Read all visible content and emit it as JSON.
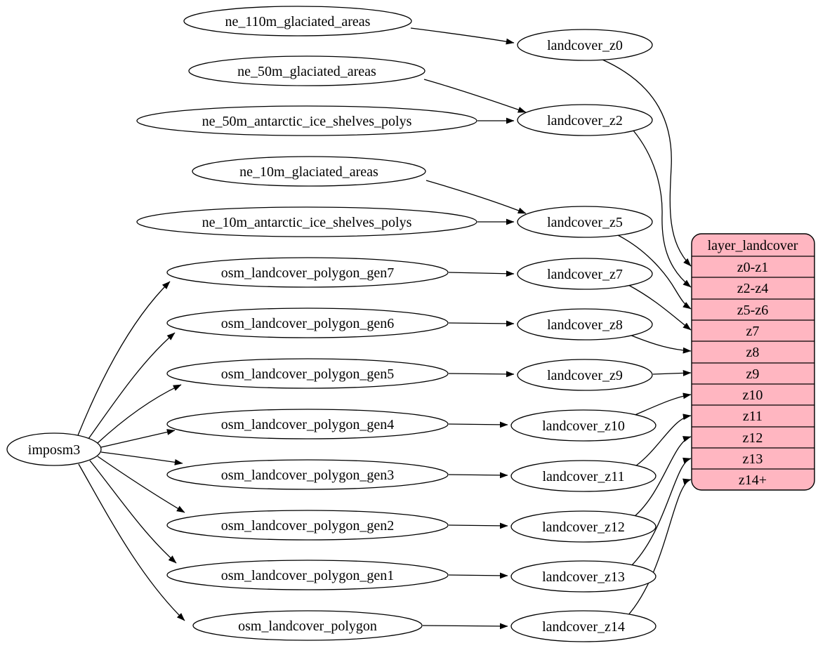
{
  "colors": {
    "background": "#ffffff",
    "node_fill": "#ffffff",
    "node_stroke": "#000000",
    "edge": "#000000",
    "record_fill": "#ffb6c1",
    "record_stroke": "#000000",
    "text": "#000000"
  },
  "nodes": {
    "imposm3": {
      "label": "imposm3"
    },
    "ne_110m_glaciated_areas": {
      "label": "ne_110m_glaciated_areas"
    },
    "ne_50m_glaciated_areas": {
      "label": "ne_50m_glaciated_areas"
    },
    "ne_50m_antarctic_ice_shelves_polys": {
      "label": "ne_50m_antarctic_ice_shelves_polys"
    },
    "ne_10m_glaciated_areas": {
      "label": "ne_10m_glaciated_areas"
    },
    "ne_10m_antarctic_ice_shelves_polys": {
      "label": "ne_10m_antarctic_ice_shelves_polys"
    },
    "osm_landcover_polygon_gen7": {
      "label": "osm_landcover_polygon_gen7"
    },
    "osm_landcover_polygon_gen6": {
      "label": "osm_landcover_polygon_gen6"
    },
    "osm_landcover_polygon_gen5": {
      "label": "osm_landcover_polygon_gen5"
    },
    "osm_landcover_polygon_gen4": {
      "label": "osm_landcover_polygon_gen4"
    },
    "osm_landcover_polygon_gen3": {
      "label": "osm_landcover_polygon_gen3"
    },
    "osm_landcover_polygon_gen2": {
      "label": "osm_landcover_polygon_gen2"
    },
    "osm_landcover_polygon_gen1": {
      "label": "osm_landcover_polygon_gen1"
    },
    "osm_landcover_polygon": {
      "label": "osm_landcover_polygon"
    },
    "landcover_z0": {
      "label": "landcover_z0"
    },
    "landcover_z2": {
      "label": "landcover_z2"
    },
    "landcover_z5": {
      "label": "landcover_z5"
    },
    "landcover_z7": {
      "label": "landcover_z7"
    },
    "landcover_z8": {
      "label": "landcover_z8"
    },
    "landcover_z9": {
      "label": "landcover_z9"
    },
    "landcover_z10": {
      "label": "landcover_z10"
    },
    "landcover_z11": {
      "label": "landcover_z11"
    },
    "landcover_z12": {
      "label": "landcover_z12"
    },
    "landcover_z13": {
      "label": "landcover_z13"
    },
    "landcover_z14": {
      "label": "landcover_z14"
    }
  },
  "record": {
    "title": "layer_landcover",
    "rows": [
      "z0-z1",
      "z2-z4",
      "z5-z6",
      "z7",
      "z8",
      "z9",
      "z10",
      "z11",
      "z12",
      "z13",
      "z14+"
    ]
  },
  "edges": [
    {
      "from": "imposm3",
      "to": "osm_landcover_polygon_gen7"
    },
    {
      "from": "imposm3",
      "to": "osm_landcover_polygon_gen6"
    },
    {
      "from": "imposm3",
      "to": "osm_landcover_polygon_gen5"
    },
    {
      "from": "imposm3",
      "to": "osm_landcover_polygon_gen4"
    },
    {
      "from": "imposm3",
      "to": "osm_landcover_polygon_gen3"
    },
    {
      "from": "imposm3",
      "to": "osm_landcover_polygon_gen2"
    },
    {
      "from": "imposm3",
      "to": "osm_landcover_polygon_gen1"
    },
    {
      "from": "imposm3",
      "to": "osm_landcover_polygon"
    },
    {
      "from": "ne_110m_glaciated_areas",
      "to": "landcover_z0"
    },
    {
      "from": "ne_50m_glaciated_areas",
      "to": "landcover_z2"
    },
    {
      "from": "ne_50m_antarctic_ice_shelves_polys",
      "to": "landcover_z2"
    },
    {
      "from": "ne_10m_glaciated_areas",
      "to": "landcover_z5"
    },
    {
      "from": "ne_10m_antarctic_ice_shelves_polys",
      "to": "landcover_z5"
    },
    {
      "from": "osm_landcover_polygon_gen7",
      "to": "landcover_z7"
    },
    {
      "from": "osm_landcover_polygon_gen6",
      "to": "landcover_z8"
    },
    {
      "from": "osm_landcover_polygon_gen5",
      "to": "landcover_z9"
    },
    {
      "from": "osm_landcover_polygon_gen4",
      "to": "landcover_z10"
    },
    {
      "from": "osm_landcover_polygon_gen3",
      "to": "landcover_z11"
    },
    {
      "from": "osm_landcover_polygon_gen2",
      "to": "landcover_z12"
    },
    {
      "from": "osm_landcover_polygon_gen1",
      "to": "landcover_z13"
    },
    {
      "from": "osm_landcover_polygon",
      "to": "landcover_z14"
    },
    {
      "from": "landcover_z0",
      "to": "layer_landcover:z0-z1"
    },
    {
      "from": "landcover_z2",
      "to": "layer_landcover:z2-z4"
    },
    {
      "from": "landcover_z5",
      "to": "layer_landcover:z5-z6"
    },
    {
      "from": "landcover_z7",
      "to": "layer_landcover:z7"
    },
    {
      "from": "landcover_z8",
      "to": "layer_landcover:z8"
    },
    {
      "from": "landcover_z9",
      "to": "layer_landcover:z9"
    },
    {
      "from": "landcover_z10",
      "to": "layer_landcover:z10"
    },
    {
      "from": "landcover_z11",
      "to": "layer_landcover:z11"
    },
    {
      "from": "landcover_z12",
      "to": "layer_landcover:z12"
    },
    {
      "from": "landcover_z13",
      "to": "layer_landcover:z13"
    },
    {
      "from": "landcover_z14",
      "to": "layer_landcover:z14+"
    }
  ]
}
